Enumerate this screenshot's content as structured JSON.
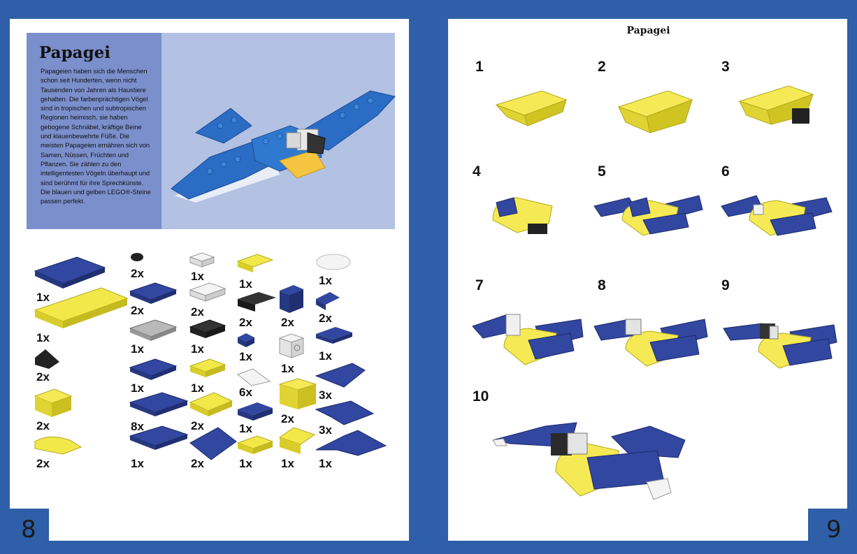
{
  "left_page": {
    "title": "Papagei",
    "intro_text": "Papageien haben sich die Menschen schon seit Hunderten, wenn nicht Tausenden von Jahren als Haustiere gehalten. Die farbenprächtigen Vögel sind in tropischen und subtropischen Regionen heimisch, sie haben gebogene Schnäbel, kräftige Beine und klauenbewehrte Füße. Die meisten Papageien ernähren sich von Samen, Nüssen, Früchten und Pflanzen. Sie zählen zu den intelligentesten Vögeln überhaupt und sind berühmt für ihre Sprechkünste. Die blauen und gelben LEGO®-Steine passen perfekt.",
    "page_number": "8",
    "parts": [
      {
        "qty": "1x",
        "color": "blue"
      },
      {
        "qty": "1x",
        "color": "yellow"
      },
      {
        "qty": "2x",
        "color": "black"
      },
      {
        "qty": "2x",
        "color": "yellow"
      },
      {
        "qty": "2x",
        "color": "yellow"
      },
      {
        "qty": "2x",
        "color": "black"
      },
      {
        "qty": "2x",
        "color": "blue"
      },
      {
        "qty": "1x",
        "color": "grey"
      },
      {
        "qty": "1x",
        "color": "blue"
      },
      {
        "qty": "8x",
        "color": "blue"
      },
      {
        "qty": "1x",
        "color": "blue"
      },
      {
        "qty": "1x",
        "color": "white"
      },
      {
        "qty": "2x",
        "color": "white"
      },
      {
        "qty": "1x",
        "color": "black"
      },
      {
        "qty": "1x",
        "color": "yellow"
      },
      {
        "qty": "2x",
        "color": "yellow"
      },
      {
        "qty": "2x",
        "color": "blue"
      },
      {
        "qty": "1x",
        "color": "yellow"
      },
      {
        "qty": "2x",
        "color": "black"
      },
      {
        "qty": "1x",
        "color": "blue"
      },
      {
        "qty": "6x",
        "color": "white"
      },
      {
        "qty": "1x",
        "color": "blue"
      },
      {
        "qty": "1x",
        "color": "yellow"
      },
      {
        "qty": "2x",
        "color": "blue"
      },
      {
        "qty": "1x",
        "color": "white"
      },
      {
        "qty": "2x",
        "color": "yellow"
      },
      {
        "qty": "1x",
        "color": "yellow"
      },
      {
        "qty": "1x",
        "color": "white"
      },
      {
        "qty": "2x",
        "color": "blue"
      },
      {
        "qty": "1x",
        "color": "blue"
      },
      {
        "qty": "3x",
        "color": "blue"
      },
      {
        "qty": "3x",
        "color": "blue"
      },
      {
        "qty": "1x",
        "color": "blue"
      }
    ]
  },
  "right_page": {
    "header_title": "Papagei",
    "page_number": "9",
    "steps": [
      "1",
      "2",
      "3",
      "4",
      "5",
      "6",
      "7",
      "8",
      "9",
      "10"
    ]
  },
  "colors": {
    "background": "#2e5fa8",
    "brick_blue": "#3247a0",
    "brick_yellow": "#f2e84a",
    "intro_box": "#7b8fcc",
    "hero_bg": "#b3c1e3"
  }
}
